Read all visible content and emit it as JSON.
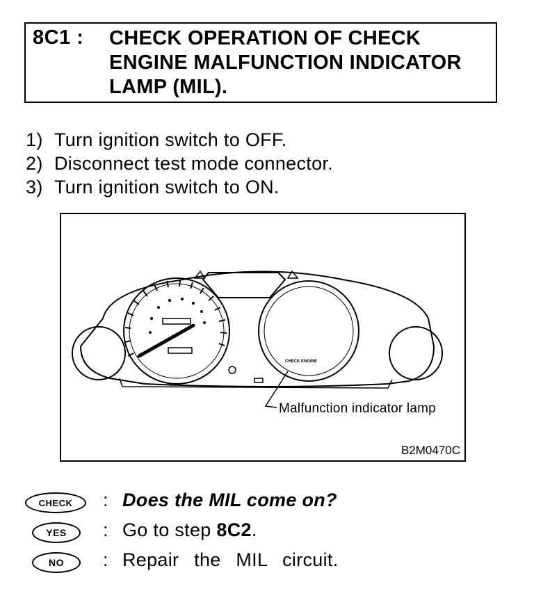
{
  "header": {
    "step_id": "8C1 :",
    "title": "CHECK OPERATION OF CHECK ENGINE MALFUNCTION INDICATOR LAMP (MIL)."
  },
  "steps": [
    {
      "num": "1)",
      "text": "Turn ignition switch to OFF."
    },
    {
      "num": "2)",
      "text": "Disconnect test mode connector."
    },
    {
      "num": "3)",
      "text": "Turn ignition switch to ON."
    }
  ],
  "figure": {
    "callout": "Malfunction indicator lamp",
    "code": "B2M0470C",
    "lamp_label": "CHECK ENGINE"
  },
  "qa": {
    "check": {
      "badge": "CHECK",
      "colon": ":",
      "text": "Does the MIL come on?"
    },
    "yes": {
      "badge": "YES",
      "colon": ":",
      "text_prefix": "Go to step ",
      "text_step": "8C2",
      "text_suffix": "."
    },
    "no": {
      "badge": "NO",
      "colon": ":",
      "text": "Repair the MIL circuit."
    }
  }
}
